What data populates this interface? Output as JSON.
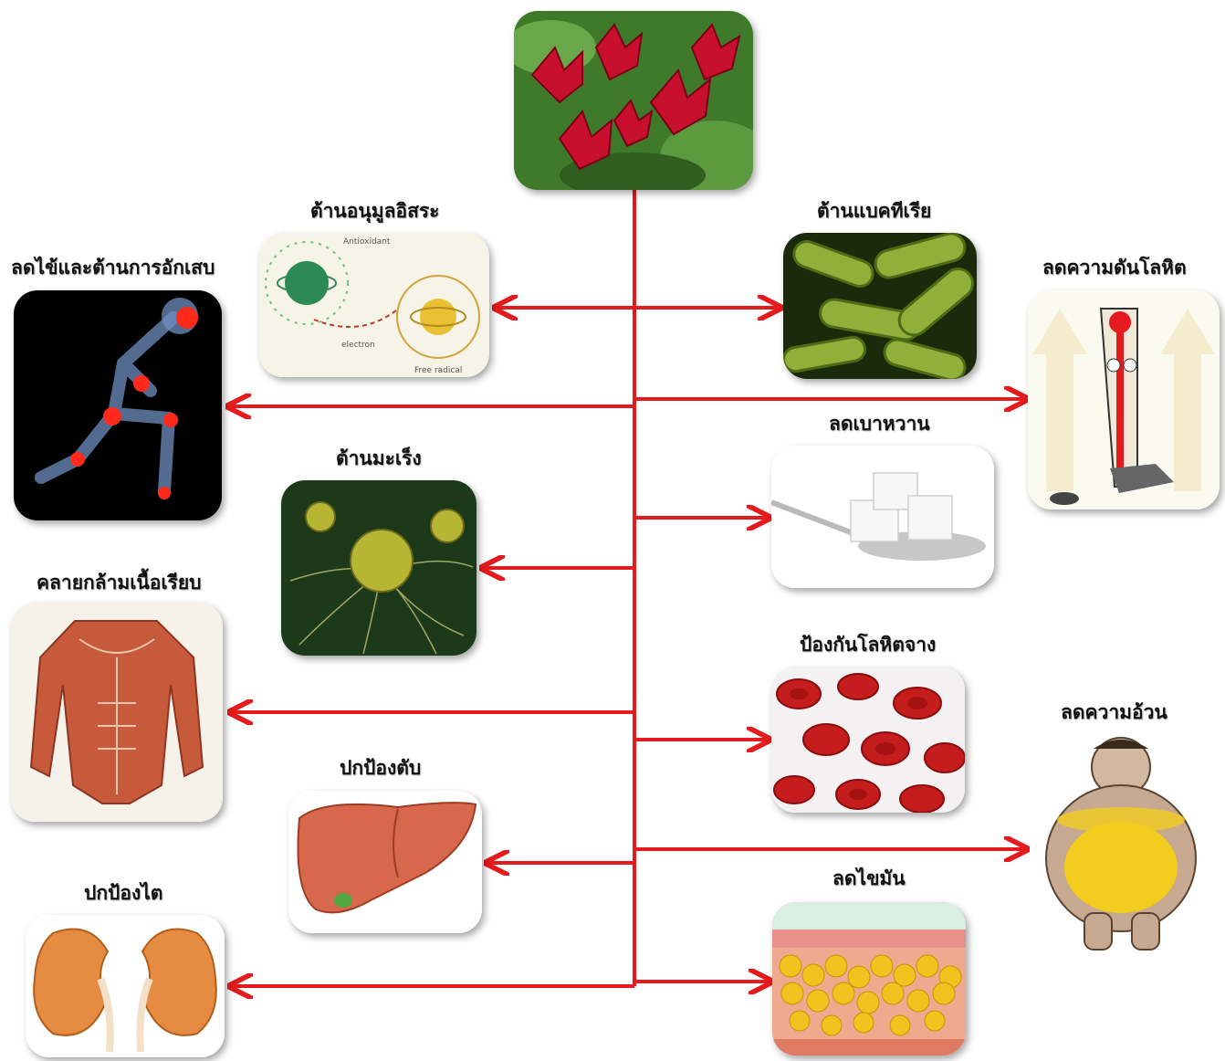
{
  "root": {
    "name": "hibiscus-flower-image"
  },
  "branches": {
    "antioxidant": {
      "label": "ต้านอนุมูลอิสระ",
      "img_text_1": "Antioxidant",
      "img_text_2": "electron",
      "img_text_3": "Free radical"
    },
    "antibacterial": {
      "label": "ต้านแบคทีเรีย"
    },
    "fever": {
      "label": "ลดไข้และต้านการอักเสบ"
    },
    "blood_pressure": {
      "label": "ลดความดันโลหิต"
    },
    "diabetes": {
      "label": "ลดเบาหวาน"
    },
    "anticancer": {
      "label": "ต้านมะเร็ง"
    },
    "muscle": {
      "label": "คลายกล้ามเนื้อเรียบ"
    },
    "anemia": {
      "label": "ป้องกันโลหิตจาง"
    },
    "obesity": {
      "label": "ลดความอ้วน"
    },
    "liver": {
      "label": "ปกป้องตับ"
    },
    "fat": {
      "label": "ลดไขมัน"
    },
    "kidney": {
      "label": "ปกป้องไต"
    }
  },
  "colors": {
    "arrow": "#e41a1c",
    "flower": "#c8102e"
  }
}
